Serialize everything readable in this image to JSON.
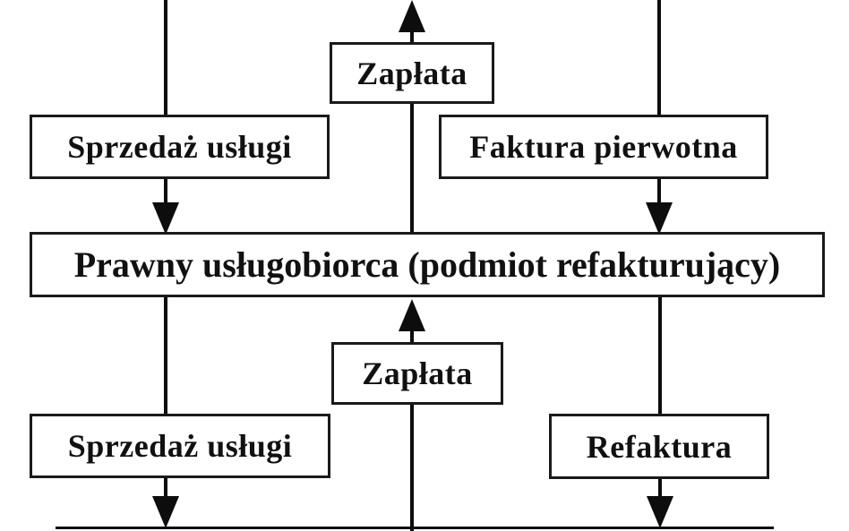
{
  "colors": {
    "ink": "#0d0d0d",
    "paper": "#ffffff",
    "border": "#1a1a1a",
    "text": "#111111"
  },
  "boxes": {
    "payment_top": {
      "label": "Zapłata"
    },
    "sale_top": {
      "label": "Sprzedaż usługi"
    },
    "original_invoice": {
      "label": "Faktura pierwotna"
    },
    "recipient": {
      "label": "Prawny usługobiorca (podmiot refakturujący)"
    },
    "payment_bottom": {
      "label": "Zapłata"
    },
    "sale_bottom": {
      "label": "Sprzedaż usługi"
    },
    "reinvoice": {
      "label": "Refaktura"
    }
  }
}
